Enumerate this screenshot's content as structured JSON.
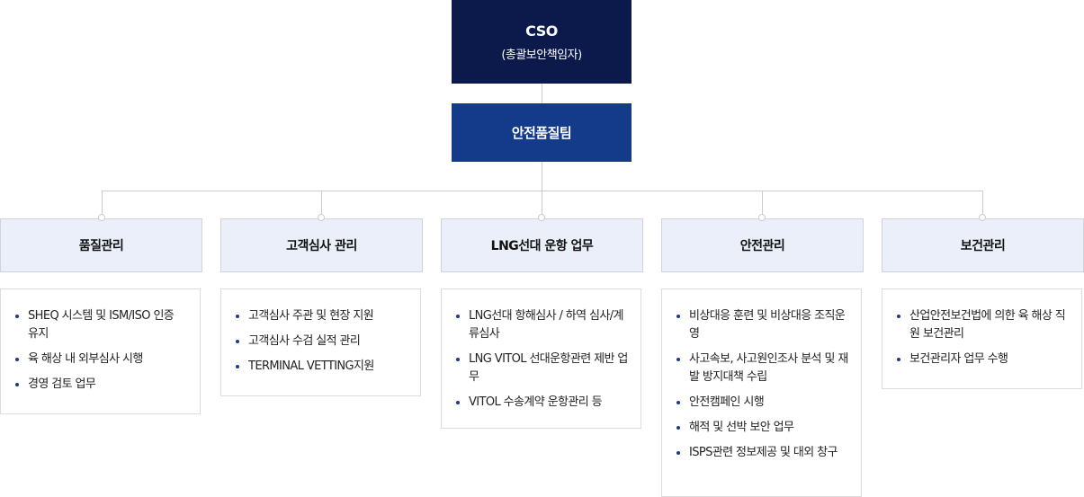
{
  "cso": {
    "title": "CSO",
    "subtitle": "(총괄보안책임자)"
  },
  "team": {
    "label": "안전품질팀"
  },
  "colors": {
    "cso_bg": "#0b1a4a",
    "team_bg": "#133b8a",
    "category_bg": "#ebeff9",
    "bullet": "#1c3b8c",
    "connector": "#c9ccd4"
  },
  "departments": [
    {
      "title": "품질관리",
      "items": [
        "SHEQ 시스템 및 ISM/ISO 인증 유지",
        "육 해상 내 외부심사 시행",
        "경영 검토 업무"
      ]
    },
    {
      "title": "고객심사 관리",
      "items": [
        "고객심사 주관 및 현장 지원",
        "고객심사 수검 실적 관리",
        "TERMINAL VETTING지원"
      ]
    },
    {
      "title": "LNG선대 운항 업무",
      "items": [
        "LNG선대 항해심사 / 하역 심사/계류심사",
        "LNG VITOL 선대운항관련 제반 업무",
        "VITOL 수송계약 운항관리 등"
      ]
    },
    {
      "title": "안전관리",
      "items": [
        "비상대응 훈련 및 비상대응 조직운영",
        "사고속보, 사고원인조사 분석 및 재발 방지대책 수립",
        "안전캠페인 시행",
        "해적 및 선박 보안 업무",
        "ISPS관련 정보제공 및 대외 창구"
      ]
    },
    {
      "title": "보건관리",
      "items": [
        "산업안전보건법에 의한 육 해상 직원 보건관리",
        "보건관리자 업무 수행"
      ]
    }
  ]
}
